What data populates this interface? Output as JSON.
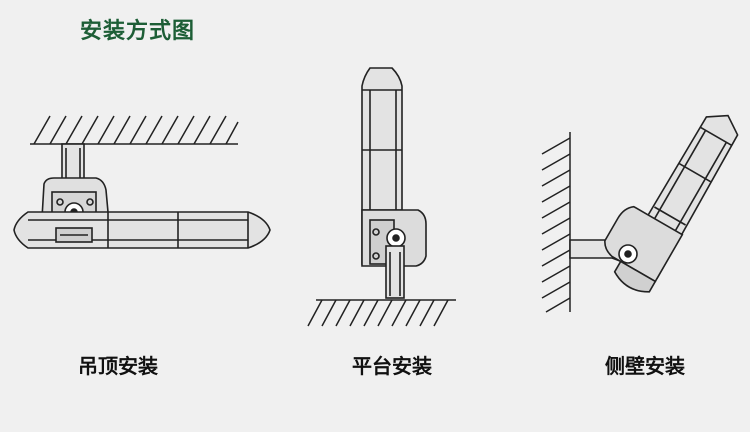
{
  "title": "安装方式图",
  "modes": [
    {
      "id": "ceiling",
      "label": "吊顶安装"
    },
    {
      "id": "platform",
      "label": "平台安装"
    },
    {
      "id": "wall",
      "label": "侧壁安装"
    }
  ],
  "colors": {
    "title": "#1d5e36",
    "line": "#222222",
    "body": "#d9d9d9",
    "background": "#f0f0f0"
  }
}
